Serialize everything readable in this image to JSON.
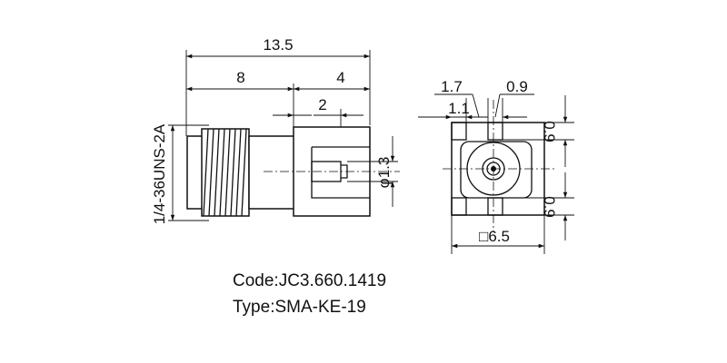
{
  "side_view": {
    "dim_overall": "13.5",
    "dim_body": "8",
    "dim_flange": "4",
    "dim_pin_offset": "2",
    "dim_pin_dia": "φ1.3",
    "thread_spec": "1/4-36UNS-2A"
  },
  "bottom_view": {
    "dim_a": "1.7",
    "dim_b": "0.9",
    "dim_c": "1.1",
    "dim_right_top": "0.9",
    "dim_right_bottom": "0.9",
    "dim_square": "□6.5"
  },
  "caption": {
    "code": "Code:JC3.660.1419",
    "type": "Type:SMA-KE-19"
  }
}
